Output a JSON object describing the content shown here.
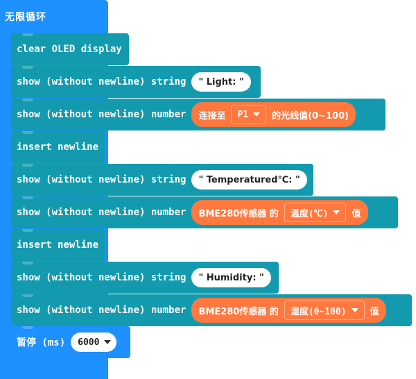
{
  "loop": {
    "title": "无限循环"
  },
  "blocks": [
    {
      "label": "clear OLED display"
    },
    {
      "label": "show (without newline) string",
      "value": "\" Light: \""
    },
    {
      "label": "show (without newline) number",
      "reporter": {
        "prefix": "连接至",
        "dropdown": "P1",
        "suffix": "的光线值(0~100)"
      }
    },
    {
      "label": "insert newline"
    },
    {
      "label": "show (without newline) string",
      "value": "\" Temperatured℃: \""
    },
    {
      "label": "show (without newline) number",
      "reporter": {
        "prefix": "BME280传感器 的",
        "dropdown": "温度(℃)",
        "suffix": "值"
      }
    },
    {
      "label": "insert newline"
    },
    {
      "label": "show (without newline) string",
      "value": "\" Humidity: \""
    },
    {
      "label": "show (without newline) number",
      "reporter": {
        "prefix": "BME280传感器 的",
        "dropdown": "湿度(0~100)",
        "suffix": "值"
      }
    },
    {
      "label": "暂停 (ms)",
      "dropdown": "6000"
    }
  ],
  "colors": {
    "loop": "#1e90ff",
    "oled": "#139aaf",
    "reporter": "#ff7840"
  }
}
